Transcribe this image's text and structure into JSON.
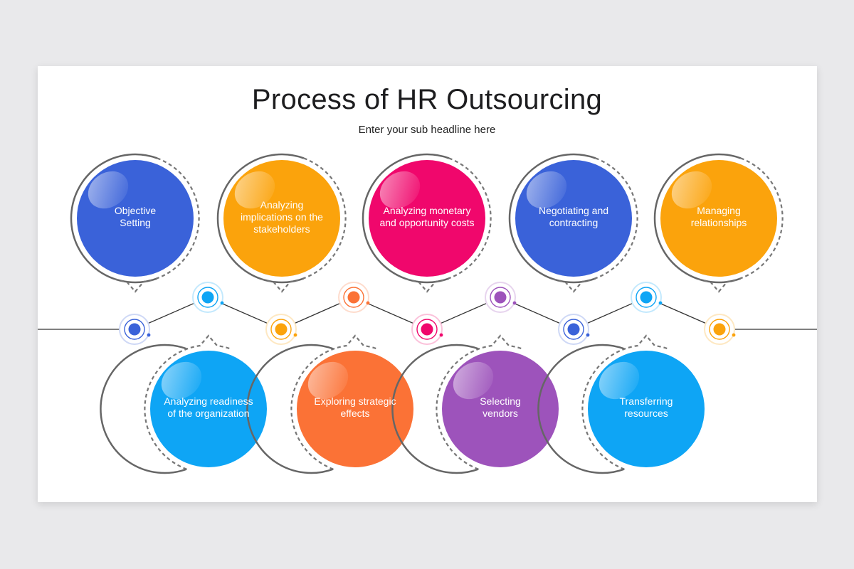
{
  "title": "Process of HR Outsourcing",
  "subtitle": "Enter your sub headline here",
  "steps": [
    {
      "label": "Objective\nSetting",
      "color": "#3a62d9",
      "position": "top"
    },
    {
      "label": "Analyzing readiness\nof the organization",
      "color": "#0ea5f5",
      "position": "bottom"
    },
    {
      "label": "Analyzing\nimplications on the\nstakeholders",
      "color": "#fba30c",
      "position": "top"
    },
    {
      "label": "Exploring strategic\neffects",
      "color": "#fb7236",
      "position": "bottom"
    },
    {
      "label": "Analyzing monetary\nand opportunity costs",
      "color": "#f0076c",
      "position": "top"
    },
    {
      "label": "Selecting\nvendors",
      "color": "#9d53bb",
      "position": "bottom"
    },
    {
      "label": "Negotiating and\ncontracting",
      "color": "#3a62d9",
      "position": "top"
    },
    {
      "label": "Transferring\nresources",
      "color": "#0ea5f5",
      "position": "bottom"
    },
    {
      "label": "Managing\nrelationships",
      "color": "#fba30c",
      "position": "top"
    }
  ],
  "node_colors": [
    "#3a62d9",
    "#0ea5f5",
    "#fba30c",
    "#fb7236",
    "#f0076c",
    "#9d53bb",
    "#3a62d9",
    "#0ea5f5",
    "#fba30c"
  ]
}
